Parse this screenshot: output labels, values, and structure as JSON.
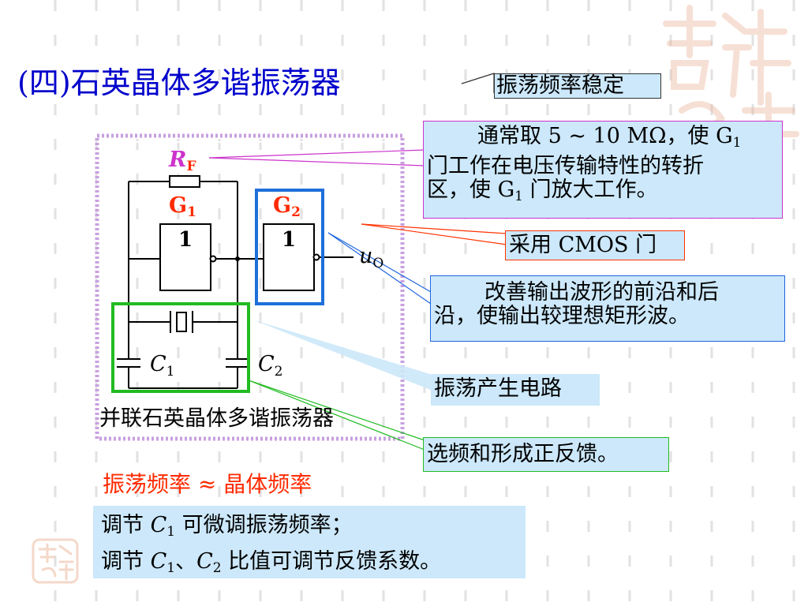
{
  "slide": {
    "title": "(四)石英晶体多谐振荡器",
    "stability_note": "振荡频率稳定",
    "rf_note": {
      "line1_prefix": "通常取 5 ~ 10 MΩ，使 G",
      "line1_sub": "1",
      "line2": "门工作在电压传输特性的转折",
      "line3_prefix": "区，使 G",
      "line3_sub": "1",
      "line3_suffix": " 门放大工作。"
    },
    "cmos_note": "采用 CMOS 门",
    "g2_note_line1": "改善输出波形的前沿和后",
    "g2_note_line2": "沿，使输出较理想矩形波。",
    "osc_note": "振荡产生电路",
    "feedback_note": "选频和形成正反馈。",
    "caption": "并联石英晶体多谐振荡器",
    "freq_relation": "振荡频率 ≈ 晶体频率",
    "adjust": {
      "line1_prefix": "调节 ",
      "line1_var": "C",
      "line1_sub": "1",
      "line1_suffix": " 可微调振荡频率；",
      "line2_prefix": "调节 ",
      "line2_var1": "C",
      "line2_sub1": "1",
      "line2_sep": "、",
      "line2_var2": "C",
      "line2_sub2": "2",
      "line2_suffix": " 比值可调节反馈系数。"
    }
  },
  "diagram_labels": {
    "rf": "R",
    "rf_sub": "F",
    "g1": "G",
    "g1_sub": "1",
    "g2": "G",
    "g2_sub": "2",
    "gate_symbol": "1",
    "output": "u",
    "output_sub": "O",
    "c1": "C",
    "c1_sub": "1",
    "c2": "C",
    "c2_sub": "2"
  },
  "colors": {
    "title": "#0000cc",
    "highlight_red": "#ff2a00",
    "callout_fill": "#cce8fa",
    "rf_border": "#cc33cc",
    "g2_border": "#1e6fd9",
    "crystal_border": "#22bb22",
    "frame": "#c8a0e0"
  }
}
